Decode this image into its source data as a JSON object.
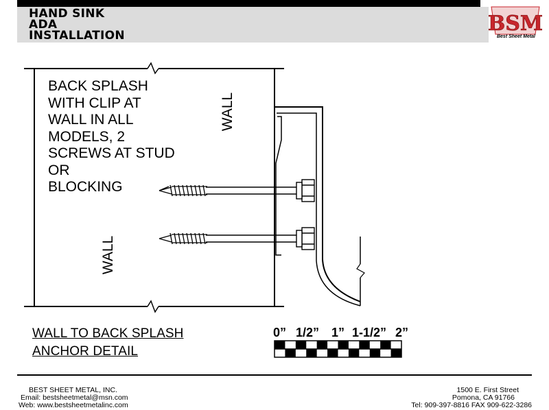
{
  "header": {
    "title_lines": [
      "HAND SINK",
      "ADA",
      "INSTALLATION"
    ],
    "logo_letters": "BSM",
    "logo_caption": "Best Sheet Metal"
  },
  "drawing": {
    "note_text": "BACK SPLASH\nWITH CLIP AT\nWALL IN ALL\nMODELS, 2\nSCREWS AT STUD\nOR\nBLOCKING",
    "wall_label_upper": "WALL",
    "wall_label_lower": "WALL"
  },
  "caption": {
    "line1": "WALL TO BACK SPLASH",
    "line2": "ANCHOR DETAIL"
  },
  "scale": {
    "labels": [
      "0”",
      "1/2”",
      "1”",
      "1-1/2”",
      "2”"
    ]
  },
  "footer": {
    "company": "BEST SHEET METAL, INC.",
    "email": "Email: bestsheetmetal@msn.com",
    "web": "Web: www.bestsheetmetalinc.com",
    "address1": "1500 E. First Street",
    "address2": "Pomona, CA 91766",
    "phone": "Tel: 909-397-8816 FAX 909-622-3286"
  },
  "colors": {
    "title_bg": "#dcdcdc",
    "logo_red": "#c8262c",
    "ink": "#000000"
  }
}
